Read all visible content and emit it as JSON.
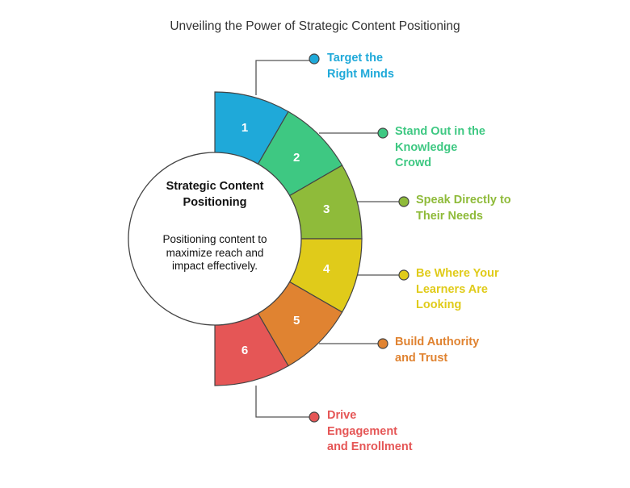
{
  "title": "Unveiling the Power of Strategic Content Positioning",
  "center": {
    "title": "Strategic Content Positioning",
    "description": "Positioning content to maximize reach and impact effectively."
  },
  "segments": [
    {
      "number": "1",
      "label": "Target the Right Minds",
      "color": "#1fa9d9"
    },
    {
      "number": "2",
      "label": "Stand Out in the Knowledge Crowd",
      "color": "#3ec882"
    },
    {
      "number": "3",
      "label": "Speak Directly to Their Needs",
      "color": "#8fbb3a"
    },
    {
      "number": "4",
      "label": "Be Where Your Learners Are Looking",
      "color": "#e0cb1a"
    },
    {
      "number": "5",
      "label": "Build Authority and Trust",
      "color": "#e08331"
    },
    {
      "number": "6",
      "label": "Drive Engagement and Enrollment",
      "color": "#e55656"
    }
  ]
}
